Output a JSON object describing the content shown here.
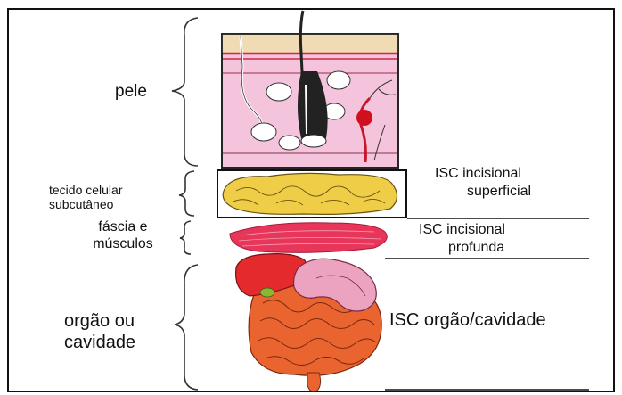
{
  "layers": [
    {
      "label": "pele"
    },
    {
      "label": "tecido celular subcutâneo"
    },
    {
      "label": "fáscia e músculos"
    },
    {
      "label": "orgão ou cavidade"
    }
  ],
  "categories": [
    {
      "line1": "ISC incisional",
      "line2": "superficial"
    },
    {
      "line1": "ISC incisional",
      "line2": "profunda"
    },
    {
      "line1": "ISC orgão/cavidade"
    }
  ],
  "colors": {
    "skin_top": "#f1dbb4",
    "skin_dermis": "#f4c4dc",
    "fat": "#efcd47",
    "muscle": "#e8365a",
    "organ": "#ea6430",
    "liver": "#e52a2e",
    "stomach": "#eba3c0"
  }
}
